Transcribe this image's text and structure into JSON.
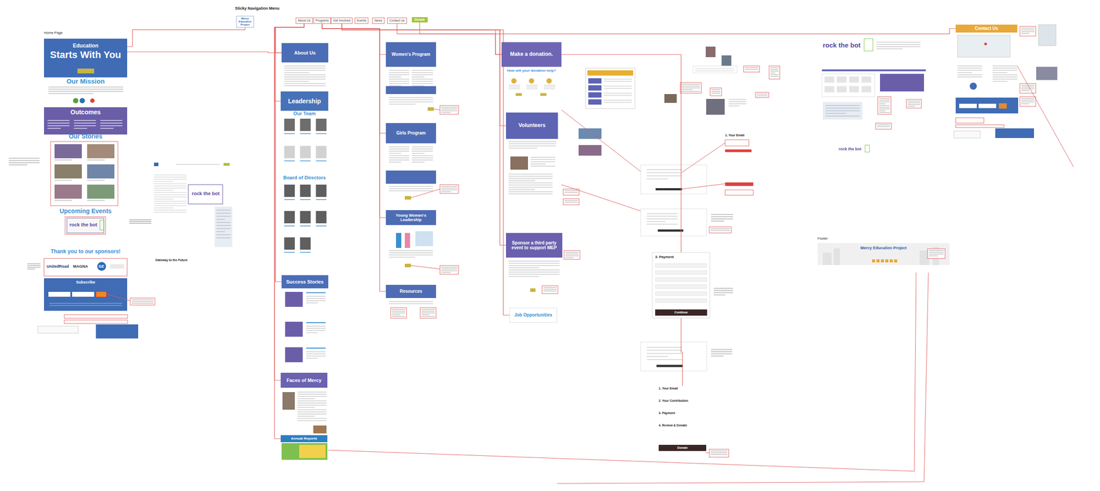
{
  "diagram": {
    "nodes": [
      {
        "text": [
          "Mercy Education Project"
        ]
      },
      {
        "text": [
          "About Us"
        ]
      },
      {
        "text": [
          "Programs"
        ]
      },
      {
        "text": [
          "Get Involved"
        ]
      },
      {
        "text": [
          "Events"
        ]
      },
      {
        "text": [
          "News"
        ]
      },
      {
        "text": [
          "Contact Us"
        ]
      },
      {
        "text": [
          "Donate"
        ]
      },
      {
        "text": [
          "Education",
          "Starts With You"
        ]
      },
      {
        "text": [
          "Our Mission"
        ]
      },
      {
        "text": [
          "Outcomes"
        ]
      },
      {
        "text": [
          "Our Stories"
        ]
      },
      {
        "text": [
          "Upcoming Events"
        ]
      },
      {
        "text": [
          "Thank you to our sponsors!"
        ]
      },
      {
        "text": [
          "Subscribe"
        ]
      },
      {
        "text": [
          "About Us"
        ]
      },
      {
        "text": [
          "Leadership"
        ]
      },
      {
        "text": [
          "Our Team"
        ]
      },
      {
        "text": [
          "Board of Directors"
        ]
      },
      {
        "text": [
          "Success Stories"
        ]
      },
      {
        "text": [
          "Faces of Mercy"
        ]
      },
      {
        "text": [
          "Annual Reports"
        ]
      },
      {
        "text": [
          "Women's Program"
        ]
      },
      {
        "text": [
          "Girls Program"
        ]
      },
      {
        "text": [
          "Young Women's Leadership"
        ]
      },
      {
        "text": [
          "Resources"
        ]
      },
      {
        "text": [
          "Make a donation."
        ]
      },
      {
        "text": [
          "How will your donation help?"
        ]
      },
      {
        "text": [
          "Volunteers"
        ]
      },
      {
        "text": [
          "Sponsor a third party event to support MEP"
        ]
      },
      {
        "text": [
          "Job Opportunities"
        ]
      },
      {
        "text": [
          "3. Payment",
          "Continue"
        ]
      },
      {
        "text": [
          "1. Your Email",
          "2. Your Contribution",
          "3. Payment",
          "4. Review & Donate",
          "Donate"
        ]
      },
      {
        "text": [
          "Contact Us"
        ]
      },
      {
        "text": [
          "Mercy Education Project"
        ]
      }
    ],
    "edges": [
      {
        "from": 0,
        "to": 8,
        "arrow": "none"
      },
      {
        "from": 1,
        "to": 15,
        "arrow": "none"
      },
      {
        "from": 1,
        "to": 16,
        "arrow": "none"
      },
      {
        "from": 1,
        "to": 19,
        "arrow": "none"
      },
      {
        "from": 1,
        "to": 20,
        "arrow": "none"
      },
      {
        "from": 1,
        "to": 21,
        "arrow": "none"
      },
      {
        "from": 2,
        "to": 22,
        "arrow": "none"
      },
      {
        "from": 2,
        "to": 23,
        "arrow": "none"
      },
      {
        "from": 2,
        "to": 24,
        "arrow": "none"
      },
      {
        "from": 2,
        "to": 25,
        "arrow": "none"
      },
      {
        "from": 3,
        "to": 26,
        "arrow": "none"
      },
      {
        "from": 3,
        "to": 28,
        "arrow": "none"
      },
      {
        "from": 3,
        "to": 29,
        "arrow": "none"
      },
      {
        "from": 3,
        "to": 30,
        "arrow": "none"
      },
      {
        "from": 6,
        "to": 33,
        "arrow": "none"
      },
      {
        "from": 7,
        "to": 26,
        "arrow": "none"
      },
      {
        "from": 8,
        "to": 15,
        "arrow": "none"
      },
      {
        "from": 26,
        "to": 31,
        "arrow": "none"
      },
      {
        "from": 31,
        "to": 32,
        "arrow": "none"
      }
    ],
    "labels": [
      "Sticky Navigation Menu",
      "Home Page",
      "rock the bot",
      "UnitedRoad",
      "MAGNA",
      "GE",
      "rock the bot",
      "Gateway to the Future",
      "1. Your Email",
      "rock the bot",
      "rock the bot",
      "Footer"
    ]
  }
}
